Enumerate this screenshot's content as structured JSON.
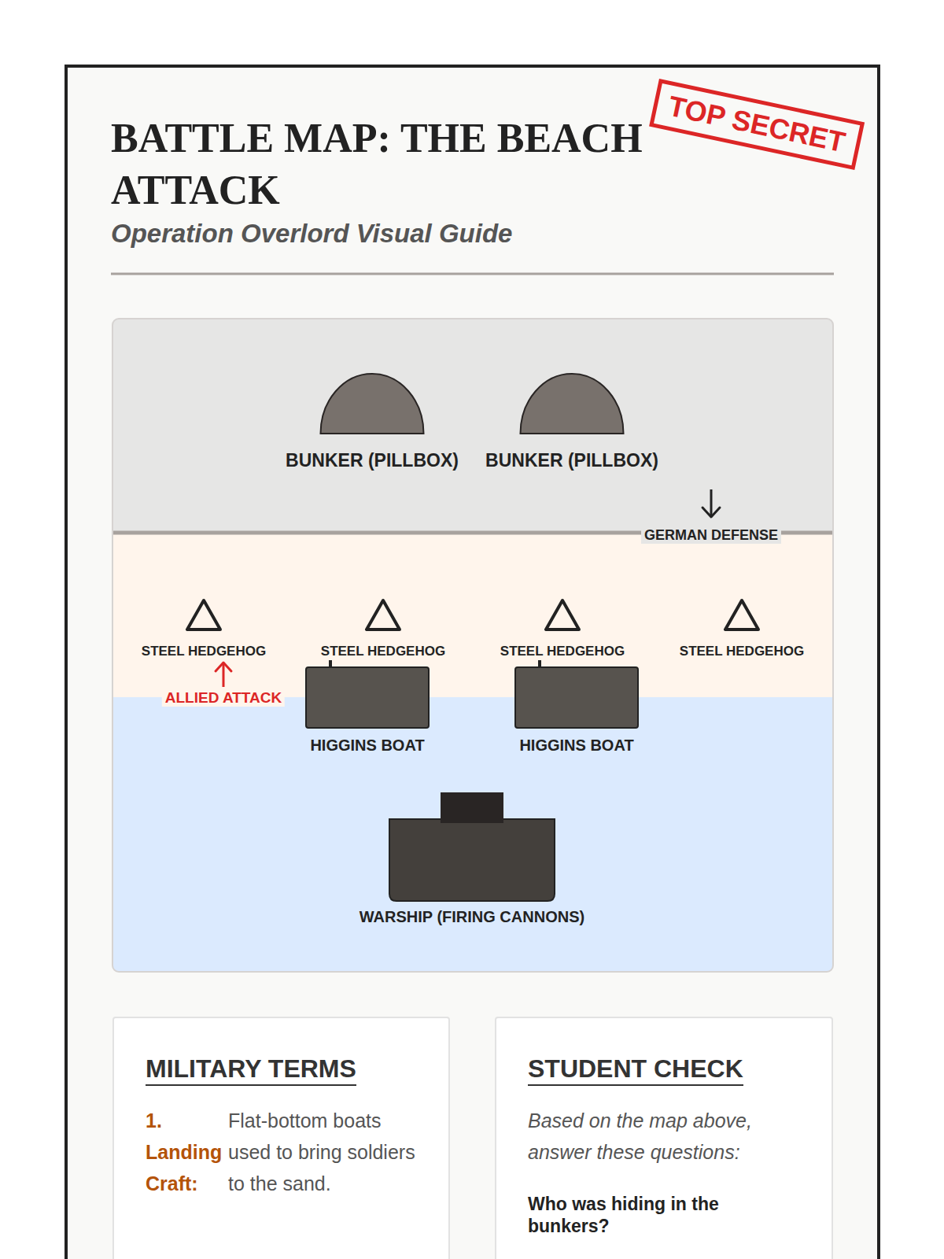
{
  "diagram": {
    "title": "BATTLE MAP: THE BEACH ATTACK",
    "nodes": [
      {
        "text": [
          "BUNKER (PILLBOX)"
        ]
      },
      {
        "text": [
          "BUNKER (PILLBOX)"
        ]
      },
      {
        "text": [
          "STEEL HEDGEHOG"
        ]
      },
      {
        "text": [
          "STEEL HEDGEHOG"
        ]
      },
      {
        "text": [
          "STEEL HEDGEHOG"
        ]
      },
      {
        "text": [
          "STEEL HEDGEHOG"
        ]
      },
      {
        "text": [
          "HIGGINS BOAT"
        ]
      },
      {
        "text": [
          "HIGGINS BOAT"
        ]
      },
      {
        "text": [
          "WARSHIP (FIRING CANNONS)"
        ]
      },
      {
        "text": [
          "MILITARY TERMS",
          "1. Landing Craft:",
          "Flat-bottom boats used to bring soldiers to the sand."
        ]
      },
      {
        "text": [
          "STUDENT CHECK",
          "Based on the map above, answer these questions:",
          "Who was hiding in the bunkers?"
        ]
      }
    ],
    "labels": [
      "Operation Overlord Visual Guide",
      "TOP SECRET",
      "GERMAN DEFENSE",
      "ALLIED ATTACK"
    ]
  }
}
